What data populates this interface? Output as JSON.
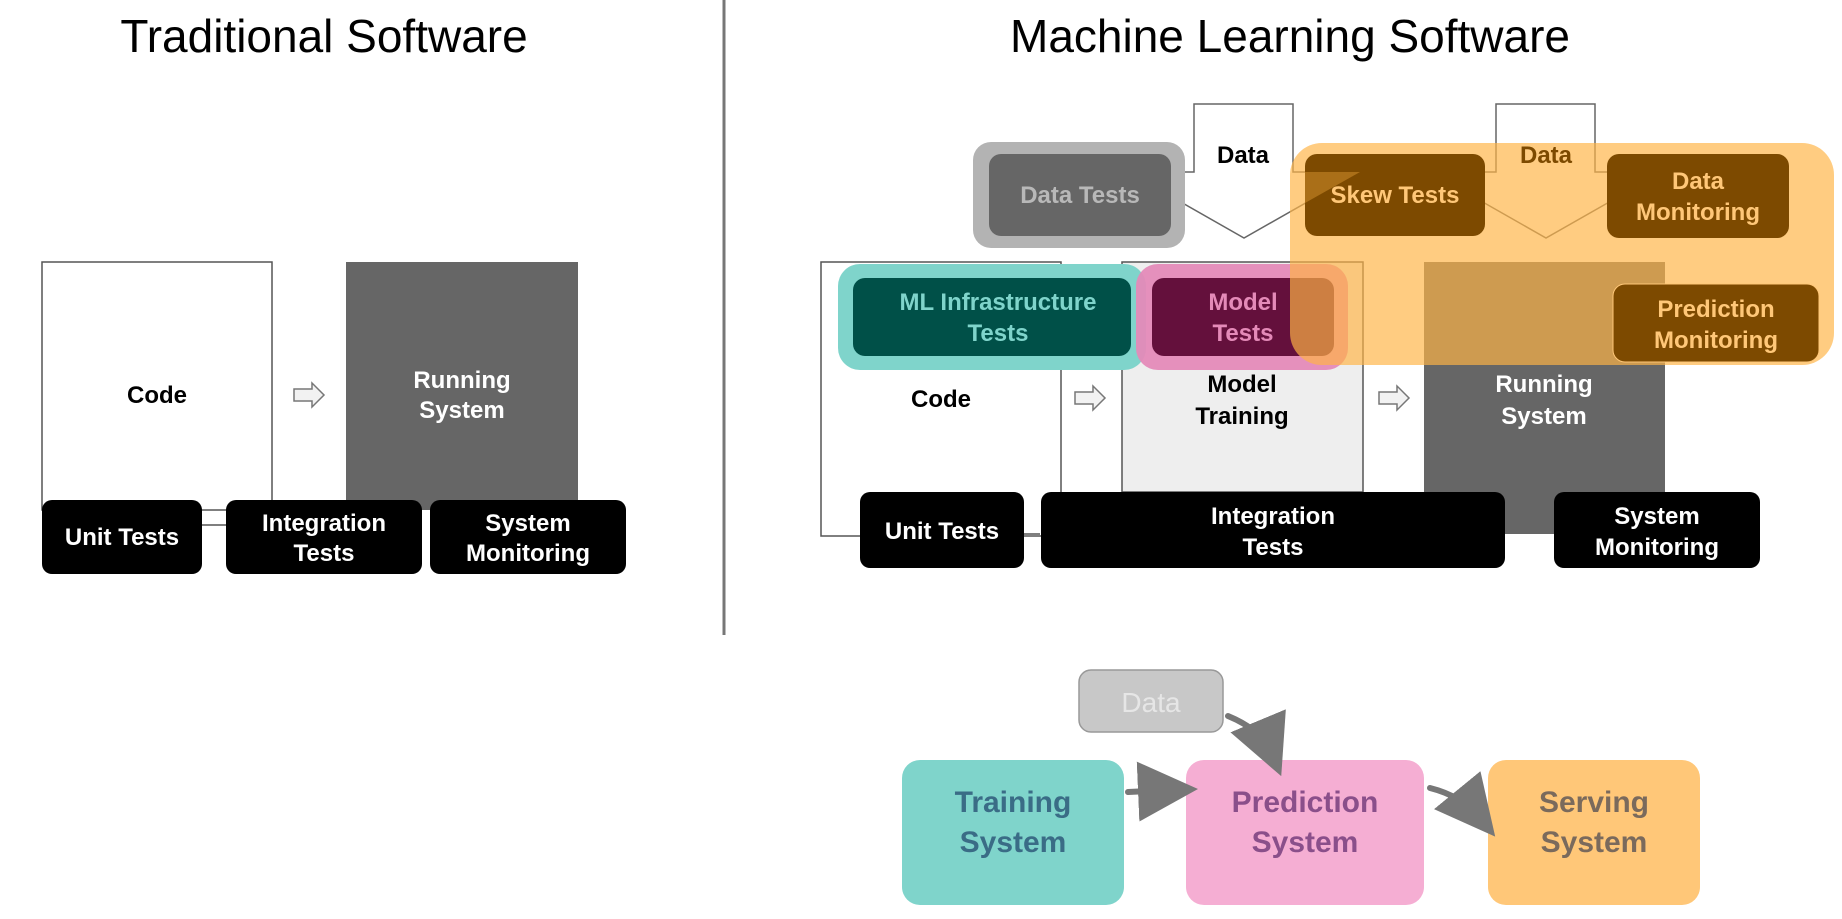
{
  "left_panel": {
    "title": "Traditional Software",
    "code_label": "Code",
    "running_system": [
      "Running",
      "System"
    ],
    "unit_tests": "Unit Tests",
    "integration_tests": [
      "Integration",
      "Tests"
    ],
    "system_monitoring": [
      "System",
      "Monitoring"
    ]
  },
  "right_panel": {
    "title": "Machine Learning Software",
    "data_arrow_1": "Data",
    "data_arrow_2": "Data",
    "data_tests": "Data Tests",
    "skew_tests": "Skew Tests",
    "data_monitoring": [
      "Data",
      "Monitoring"
    ],
    "ml_infra_tests": [
      "ML Infrastructure",
      "Tests"
    ],
    "model_tests": [
      "Model",
      "Tests"
    ],
    "prediction_monitoring": [
      "Prediction",
      "Monitoring"
    ],
    "code_label": "Code",
    "model_training": [
      "Model",
      "Training"
    ],
    "running_system": [
      "Running",
      "System"
    ],
    "unit_tests": "Unit Tests",
    "integration_tests": [
      "Integration",
      "Tests"
    ],
    "system_monitoring": [
      "System",
      "Monitoring"
    ]
  },
  "legend": {
    "data": "Data",
    "training_system": [
      "Training",
      "System"
    ],
    "prediction_system": [
      "Prediction",
      "System"
    ],
    "serving_system": [
      "Serving",
      "System"
    ]
  },
  "colors": {
    "teal_light": "#7fd4cb",
    "teal_dark": "#005048",
    "pink_light": "#e48ab8",
    "pink_dark": "#64103c",
    "orange_light": "#ffc778",
    "orange_dark": "#7d4a00",
    "gray_dark": "#666666",
    "gray_light": "#b3b3b3",
    "black": "#000000"
  }
}
